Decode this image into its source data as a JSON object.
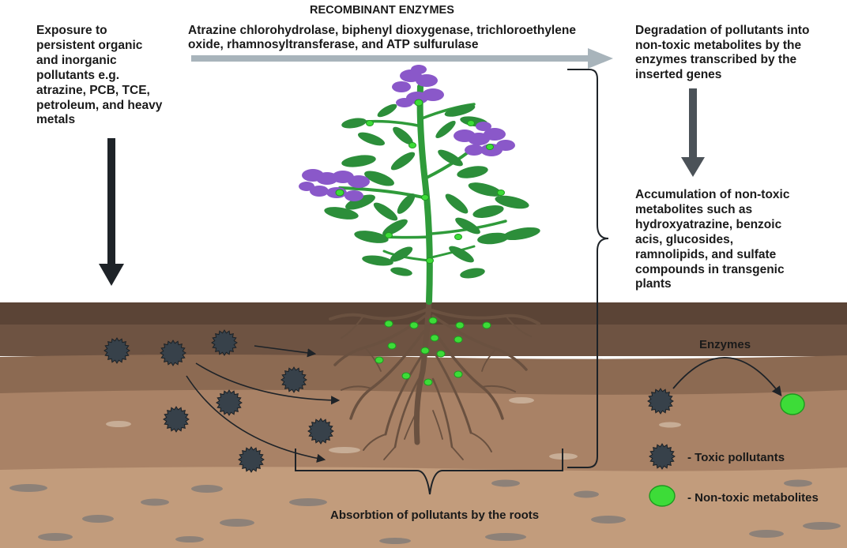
{
  "header": "RECOMBINANT ENZYMES",
  "enzymes_text": "Atrazine chlorohydrolase, biphenyl dioxygenase, trichloroethylene\noxide,  rhamnosyltransferase, and ATP sulfurulase",
  "exposure_text": "Exposure to\npersistent organic\nand inorganic\npollutants e.g.\natrazine, PCB, TCE,\npetroleum, and heavy\nmetals",
  "degradation_text": "Degradation of pollutants into\nnon-toxic metabolites by the\nenzymes transcribed by the\ninserted genes",
  "accumulation_text": "Accumulation of non-toxic\nmetabolites such as\nhydroxyatrazine, benzoic\nacis, glucosides,\nramnolipids, and sulfate\ncompounds in transgenic\nplants",
  "enzymes_label": "Enzymes",
  "absorption_text": "Absorbtion of pollutants by the roots",
  "legend": {
    "toxic": "- Toxic pollutants",
    "nontoxic": "- Non-toxic metabolites"
  },
  "colors": {
    "sky": "#ffffff",
    "soil_top": "#5b4436",
    "soil_layer2": "#6e5342",
    "soil_layer3": "#8c6a52",
    "soil_layer4": "#a98266",
    "soil_bottom": "#c29c7c",
    "stone": "#8d8178",
    "pebble": "#c7ad96",
    "pollutant": "#37414a",
    "metabolite": "#3ddc38",
    "metabolite_stroke": "#1d9a1e",
    "stem": "#2f9b3a",
    "leaf": "#2c8e3a",
    "flower": "#8a58c9",
    "root": "#6a5140",
    "arrow_dark": "#1e2328",
    "arrow_grey": "#a8b4bb",
    "arrow_mid": "#4b5258"
  }
}
